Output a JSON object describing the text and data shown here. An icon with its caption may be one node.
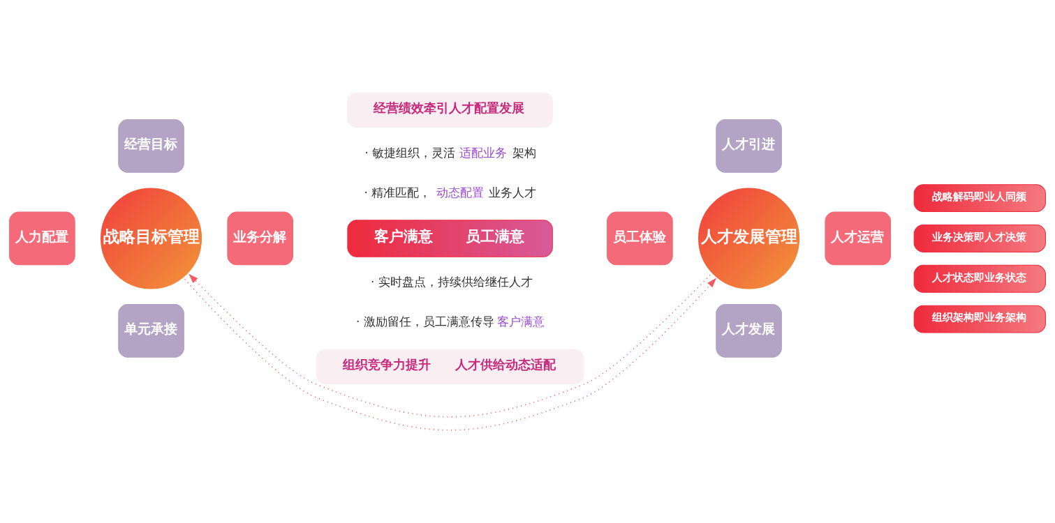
{
  "diagram": {
    "nodes": [
      {
        "text": [
          "经营目标"
        ]
      },
      {
        "text": [
          "人力配置"
        ]
      },
      {
        "text": [
          "战略目标管理"
        ]
      },
      {
        "text": [
          "业务分解"
        ]
      },
      {
        "text": [
          "单元承接"
        ]
      },
      {
        "text": [
          "经营绩效牵引人才配置发展"
        ]
      },
      {
        "text": [
          "人才引进"
        ]
      },
      {
        "text": [
          "员工体验"
        ]
      },
      {
        "text": [
          "人才发展管理"
        ]
      },
      {
        "text": [
          "人才运营"
        ]
      },
      {
        "text": [
          "人才发展"
        ]
      },
      {
        "text": [
          "战略解码即业人同频"
        ]
      },
      {
        "text": [
          "客户满意",
          "员工满意"
        ]
      },
      {
        "text": [
          "业务决策即人才决策"
        ]
      },
      {
        "text": [
          "人才状态即业务状态"
        ]
      },
      {
        "text": [
          "组织竞争力提升",
          "人才供给动态适配"
        ]
      },
      {
        "text": [
          "组织架构即业务架构"
        ]
      }
    ],
    "edges": [
      {
        "from": 2,
        "to": 8,
        "arrow": "to",
        "style": "dashed"
      },
      {
        "from": 8,
        "to": 2,
        "arrow": "to",
        "style": "dashed"
      }
    ],
    "labels": [
      "· 敏捷组织，灵活**适配业务**架构",
      "· 精准匹配，**动态配置**业务人才",
      "· 实时盘点，持续供给继任人才",
      "· 激励留任，员工满意传导**客户满意**"
    ]
  }
}
